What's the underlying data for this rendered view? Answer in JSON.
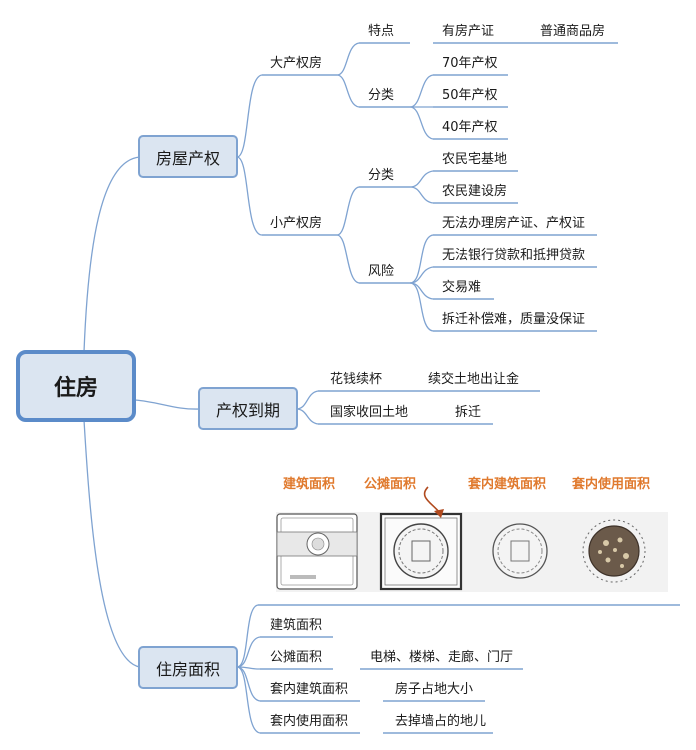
{
  "root": "住房",
  "branches": {
    "property": {
      "label": "房屋产权",
      "big": {
        "label": "大产权房",
        "feature": "特点",
        "cert": "有房产证",
        "house": "普通商品房",
        "category": "分类",
        "y70": "70年产权",
        "y50": "50年产权",
        "y40": "40年产权"
      },
      "small": {
        "label": "小产权房",
        "category": "分类",
        "homestead": "农民宅基地",
        "farmer_built": "农民建设房",
        "risk": "风险",
        "risk1": "无法办理房产证、产权证",
        "risk2": "无法银行贷款和抵押贷款",
        "risk3": "交易难",
        "risk4": "拆迁补偿难，质量没保证"
      }
    },
    "expiry": {
      "label": "产权到期",
      "pay": "花钱续杯",
      "pay_detail": "续交土地出让金",
      "reclaim": "国家收回土地",
      "reclaim_detail": "拆迁"
    },
    "area": {
      "label": "住房面积",
      "illustration": {
        "labels": [
          "建筑面积",
          "公摊面积",
          "套内建筑面积",
          "套内使用面积"
        ]
      },
      "building": "建筑面积",
      "shared": "公摊面积",
      "shared_detail": "电梯、楼梯、走廊、门厅",
      "inner_building": "套内建筑面积",
      "inner_building_detail": "房子占地大小",
      "inner_use": "套内使用面积",
      "inner_use_detail": "去掉墙占的地儿"
    }
  }
}
